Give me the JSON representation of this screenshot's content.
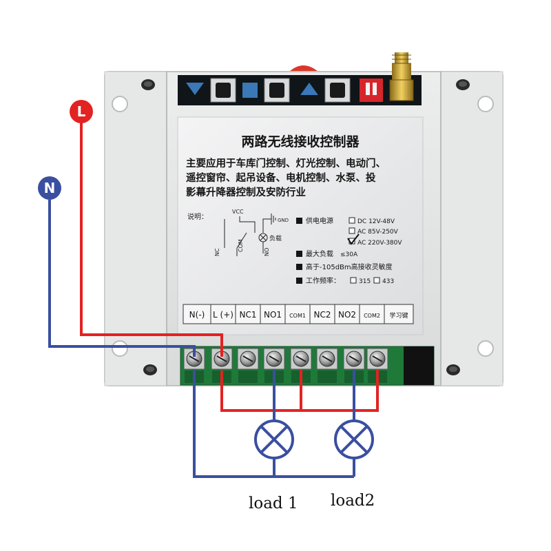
{
  "labels": {
    "L": "L",
    "N": "N",
    "load1": "load  1",
    "load2": "load2"
  },
  "panel": {
    "title": "两路无线接收控制器",
    "desc_line1": "主要应用于车库门控制、灯光控制、电动门、",
    "desc_line2": "遥控窗帘、起吊设备、电机控制、水泵、投",
    "desc_line3": "影幕升降器控制及安防行业",
    "legend_label": "说明：",
    "vcc": "VCC",
    "gnd": "GND",
    "nc": "NC",
    "com": "COM",
    "no": "NO",
    "load_cn": "负载",
    "power_label": "供电电源",
    "power_dc": "DC 12V-48V",
    "power_ac1": "AC 85V-250V",
    "power_ac2": "AC 220V-380V",
    "max_load_label": "最大负载",
    "max_load_value": "≤30A",
    "sensitivity": "高于-105dBm高接收灵敏度",
    "freq_label": "工作频率：",
    "freq_315": "315",
    "freq_433": "433"
  },
  "terminals": [
    "N(-)",
    "L (+)",
    "NC1",
    "NO1",
    "COM1",
    "NC2",
    "NO2",
    "COM2",
    "学习键"
  ],
  "colors": {
    "live": "#e32222",
    "neutral": "#3a4fa0",
    "housing": "#e3e5e4",
    "terminal_block": "#1f7a3a",
    "panel": "#e9e9ea"
  }
}
